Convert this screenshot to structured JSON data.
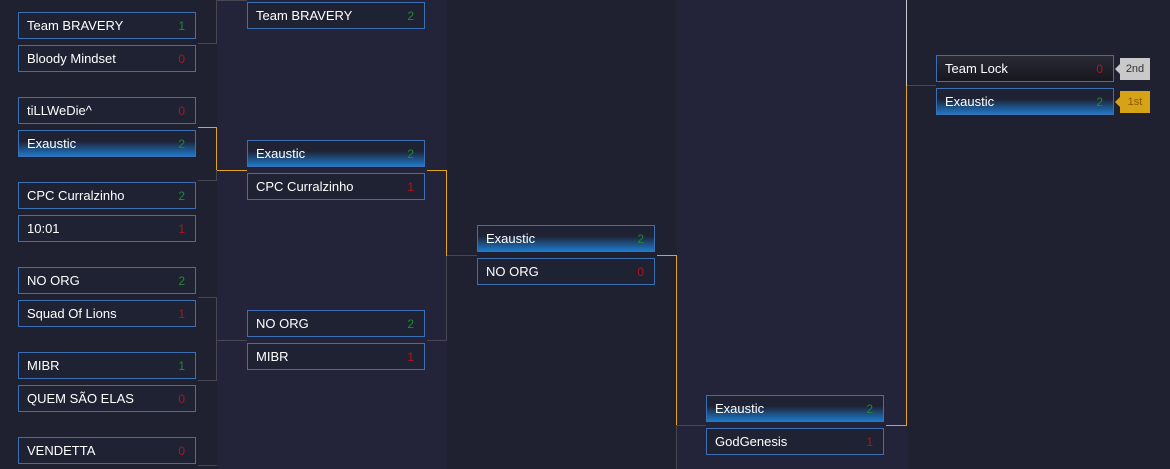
{
  "round1": [
    {
      "team": "Team BRAVERY",
      "score": "1",
      "win": true
    },
    {
      "team": "Bloody Mindset",
      "score": "0",
      "win": false
    },
    {
      "team": "tiLLWeDie^",
      "score": "0",
      "win": false
    },
    {
      "team": "Exaustic",
      "score": "2",
      "win": true
    },
    {
      "team": "CPC Curralzinho",
      "score": "2",
      "win": true
    },
    {
      "team": "10:01",
      "score": "1",
      "win": false
    },
    {
      "team": "NO ORG",
      "score": "2",
      "win": true
    },
    {
      "team": "Squad Of Lions",
      "score": "1",
      "win": false
    },
    {
      "team": "MIBR",
      "score": "1",
      "win": true
    },
    {
      "team": "QUEM SÃO ELAS",
      "score": "0",
      "win": false
    },
    {
      "team": "VENDETTA",
      "score": "0",
      "win": false
    }
  ],
  "round2": [
    {
      "team": "Team BRAVERY",
      "score": "2",
      "win": true
    },
    {
      "team": "Exaustic",
      "score": "2",
      "win": true
    },
    {
      "team": "CPC Curralzinho",
      "score": "1",
      "win": false
    },
    {
      "team": "NO ORG",
      "score": "2",
      "win": true
    },
    {
      "team": "MIBR",
      "score": "1",
      "win": false
    }
  ],
  "round3": [
    {
      "team": "Exaustic",
      "score": "2",
      "win": true
    },
    {
      "team": "NO ORG",
      "score": "0",
      "win": false
    }
  ],
  "round4": [
    {
      "team": "Exaustic",
      "score": "2",
      "win": true
    },
    {
      "team": "GodGenesis",
      "score": "1",
      "win": false
    }
  ],
  "final": [
    {
      "team": "Team Lock",
      "score": "0",
      "win": false,
      "place": "2nd"
    },
    {
      "team": "Exaustic",
      "score": "2",
      "win": true,
      "place": "1st"
    }
  ]
}
